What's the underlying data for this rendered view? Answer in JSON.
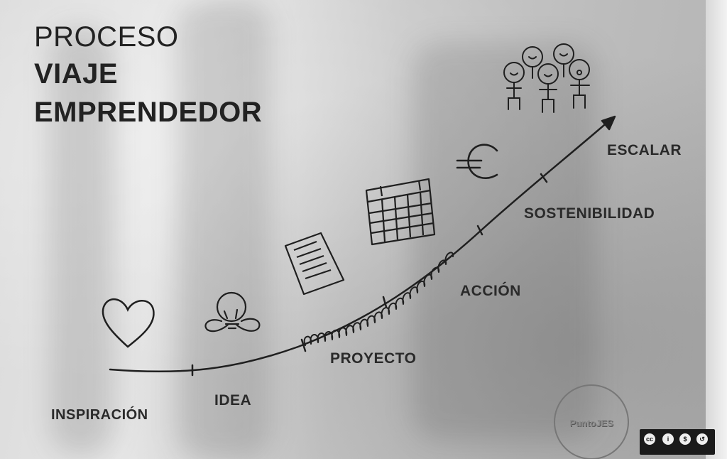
{
  "title": {
    "line1": "PROCESO",
    "line2": "VIAJE",
    "line3": "EMPRENDEDOR"
  },
  "stages": [
    {
      "label": "INSPIRACIÓN",
      "icon": "heart-icon"
    },
    {
      "label": "IDEA",
      "icon": "lightbulb-icon"
    },
    {
      "label": "PROYECTO",
      "icon": "document-icon"
    },
    {
      "label": "ACCIÓN",
      "icon": "calendar-icon"
    },
    {
      "label": "SOSTENIBILIDAD",
      "icon": "euro-icon"
    },
    {
      "label": "ESCALAR",
      "icon": "people-group-icon"
    }
  ],
  "logo": {
    "text": "PuntoJES"
  },
  "license": {
    "icons": [
      "cc-icon",
      "by-icon",
      "nc-icon",
      "sa-icon"
    ]
  },
  "colors": {
    "ink": "#222222",
    "board": "#d6d6d6"
  }
}
